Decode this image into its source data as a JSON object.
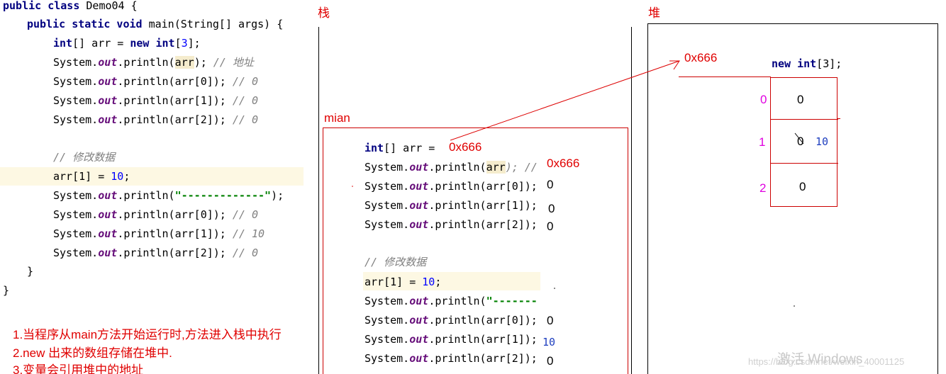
{
  "code": {
    "lines": {
      "l1_kw": "public class",
      "l1_rest": " Demo04 {",
      "l2_kw": "public static void",
      "l2_rest": " main(String[] args) {",
      "l3_kw1": "int",
      "l3_mid": "[] arr = ",
      "l3_kw2": "new int",
      "l3_br1": "[",
      "l3_num": "3",
      "l3_end": "];",
      "sys": "System.",
      "out": "out",
      "println": ".println(",
      "arr": "arr",
      "c1_end": "); ",
      "c1_cmt": "// 地址",
      "arr0": "arr[0]",
      "arr1": "arr[1]",
      "arr2": "arr[2]",
      "close_semi": "); ",
      "cmt0": "// 0",
      "cmt10": "// 10",
      "modify_cmt": "// 修改数据",
      "assign_pre": "arr[1] = ",
      "assign_num": "10",
      "assign_end": ";",
      "str_literal": "\"-------------\"",
      "str_end": ");",
      "close_method": "}",
      "close_class": "}"
    }
  },
  "labels": {
    "stack_title": "栈",
    "heap_title": "堆",
    "frame_name": "mian",
    "heap_addr": "0x666",
    "stack_addr": "0x666",
    "stack_addr_out": "0x666",
    "new_expr_kw": "new int",
    "new_expr_rest": "[3];",
    "idx0": "0",
    "idx1": "1",
    "idx2": "2",
    "cell0": "0",
    "cell1": "0",
    "cell1_new": "10",
    "cell2": "0",
    "out_a": "0",
    "out_b": "0",
    "out_c": "0",
    "out_d": "0",
    "out_e": "10",
    "out_f": "0"
  },
  "stack_code": {
    "int_kw": "int",
    "decl": "[] arr = ",
    "c1_tail": "); //",
    "semi_tail": ");",
    "str_partial": "\"-------"
  },
  "notes": [
    "1.当程序从main方法开始运行时,方法进入栈中执行",
    "2.new 出来的数组存储在堆中.",
    "3.变量会引用堆中的地址"
  ],
  "watermark": {
    "title": "激活 Windows",
    "sub": "https://blog.csdn.net/weixin_40001125"
  },
  "colors": {
    "annotation_red": "#e00000",
    "index_magenta": "#e000e0",
    "keyword_navy": "#000080",
    "number_blue": "#0000ff"
  }
}
